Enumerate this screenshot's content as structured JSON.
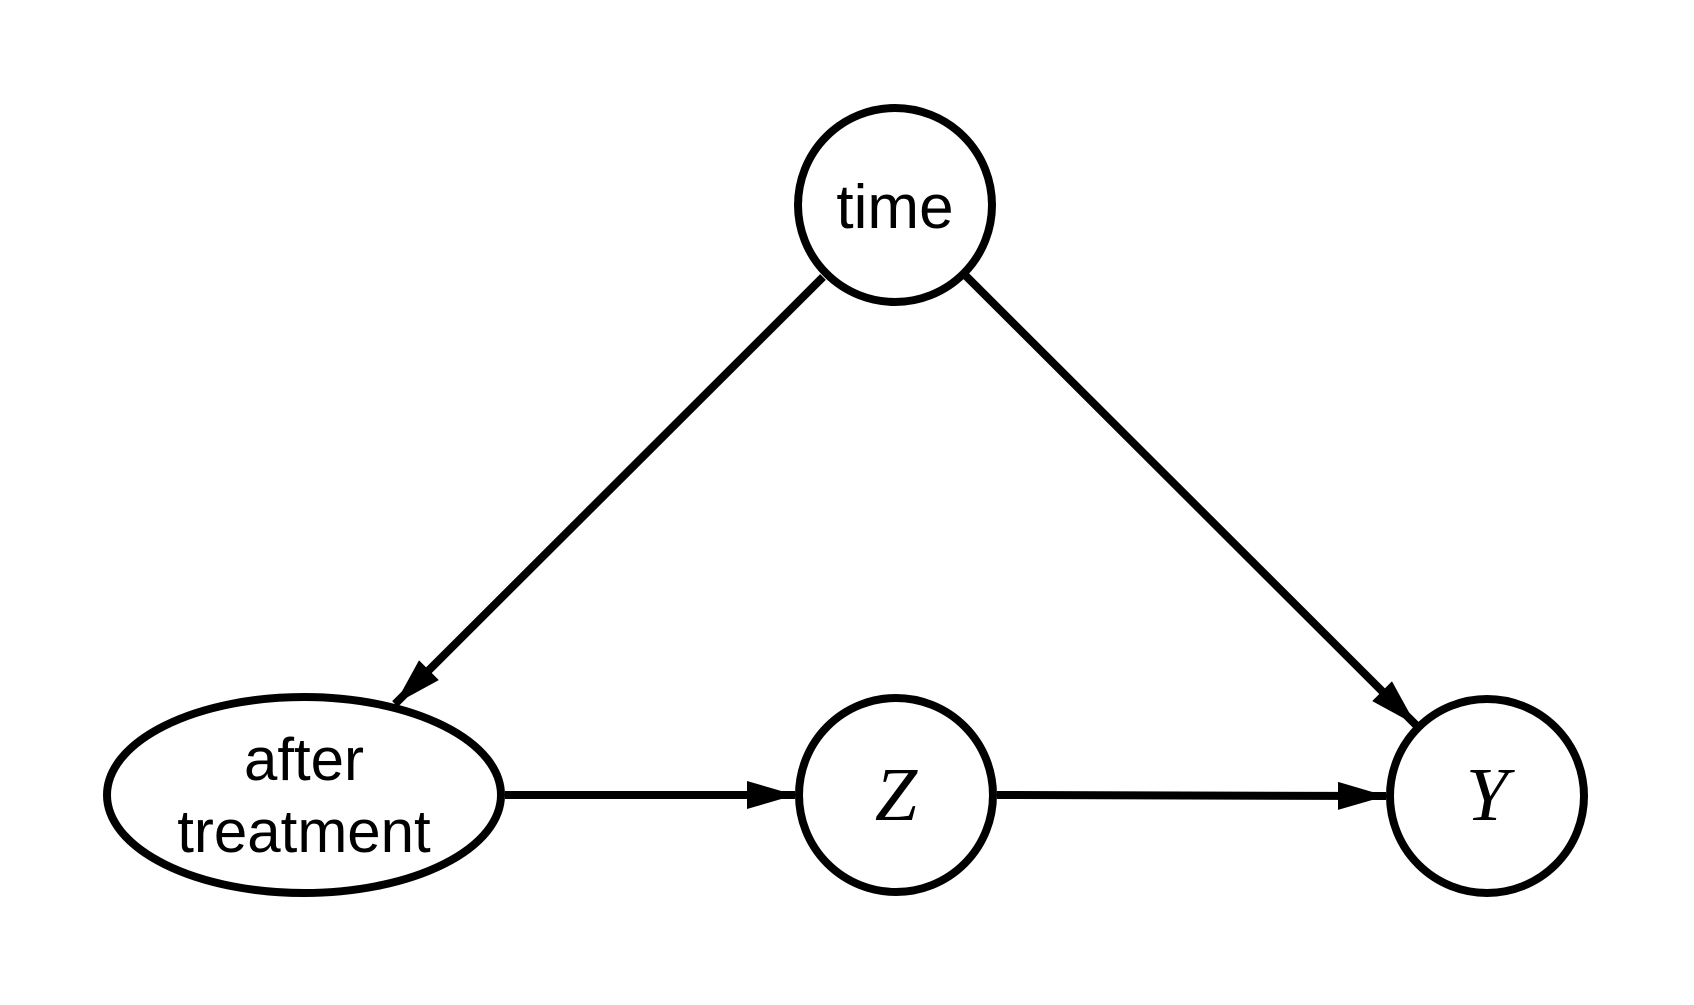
{
  "diagram": {
    "type": "causal-dag",
    "colors": {
      "background": "#ffffff",
      "stroke": "#000000",
      "text": "#000000"
    },
    "nodes": [
      {
        "id": "time",
        "label": "time",
        "shape": "circle"
      },
      {
        "id": "after-treatment",
        "label": "after treatment",
        "lines": [
          "after",
          "treatment"
        ],
        "shape": "ellipse"
      },
      {
        "id": "Z",
        "label": "Z",
        "shape": "circle"
      },
      {
        "id": "Y",
        "label": "Y",
        "shape": "circle"
      }
    ],
    "edges": [
      {
        "from": "time",
        "to": "after-treatment"
      },
      {
        "from": "time",
        "to": "Y"
      },
      {
        "from": "after-treatment",
        "to": "Z"
      },
      {
        "from": "Z",
        "to": "Y"
      }
    ]
  }
}
